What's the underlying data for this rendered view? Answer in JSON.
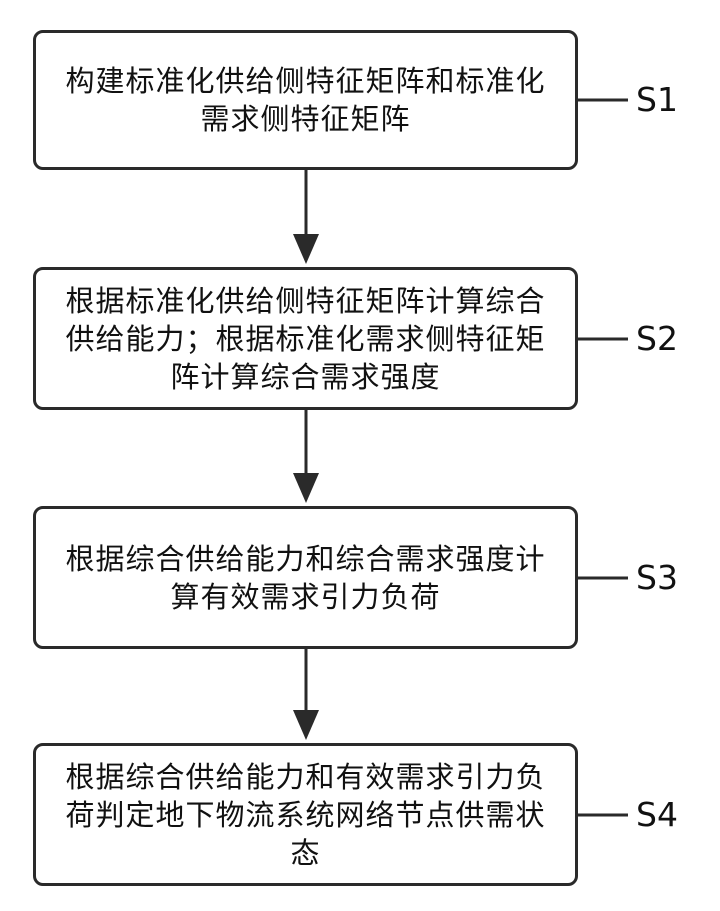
{
  "steps": [
    {
      "id": "S1",
      "label": "S1",
      "text": "构建标准化供给侧特征矩阵和标准化需求侧特征矩阵"
    },
    {
      "id": "S2",
      "label": "S2",
      "text": "根据标准化供给侧特征矩阵计算综合供给能力；根据标准化需求侧特征矩阵计算综合需求强度"
    },
    {
      "id": "S3",
      "label": "S3",
      "text": "根据综合供给能力和综合需求强度计算有效需求引力负荷"
    },
    {
      "id": "S4",
      "label": "S4",
      "text": "根据综合供给能力和有效需求引力负荷判定地下物流系统网络节点供需状态"
    }
  ]
}
